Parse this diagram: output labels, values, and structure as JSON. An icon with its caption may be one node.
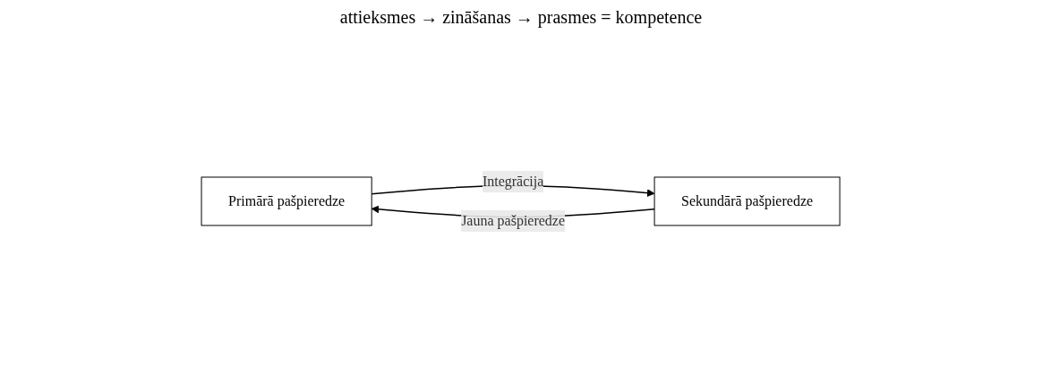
{
  "diagram": {
    "nodes": [
      {
        "text": [
          "Primārā pašpieredze"
        ]
      },
      {
        "text": [
          "Sekundārā pašpieredze"
        ]
      }
    ],
    "edges": [
      {
        "from": 0,
        "to": 1,
        "arrow": "to",
        "label": "Integrācija"
      },
      {
        "from": 1,
        "to": 0,
        "arrow": "to",
        "label": "Jauna pašpieredze"
      }
    ],
    "labels": [
      "attieksmes → zināšanas → prasmes = kompetence"
    ]
  }
}
